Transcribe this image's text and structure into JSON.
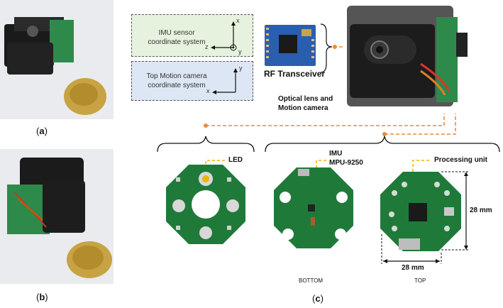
{
  "labels": {
    "a": "(a)",
    "b": "(b)",
    "c": "(c)",
    "a_letter": "a",
    "b_letter": "b",
    "c_letter": "c"
  },
  "coord_boxes": {
    "imu": {
      "line1": "IMU sensor",
      "line2": "coordinate system",
      "axis_x": "x",
      "axis_y": "y",
      "axis_z": "z"
    },
    "camera": {
      "line1": "Top Motion camera",
      "line2": "coordinate system",
      "axis_x": "x",
      "axis_y": "y"
    }
  },
  "callouts": {
    "rf": "RF Transceiver",
    "optics_line1": "Optical lens and",
    "optics_line2": "Motion camera",
    "led": "LED",
    "imu_line1": "IMU",
    "imu_line2": "MPU-9250",
    "proc": "Processing unit",
    "dim_h": "28 mm",
    "dim_w": "28 mm"
  },
  "captions": {
    "bottom": "BOTTOM",
    "top": "TOP"
  },
  "colors": {
    "accent": "#E98A3A",
    "callout_dash": "#F0B400",
    "imu_box": "#E6F2DE",
    "cam_box": "#DDE6F4",
    "pcb_green": "#1F7A3A"
  }
}
